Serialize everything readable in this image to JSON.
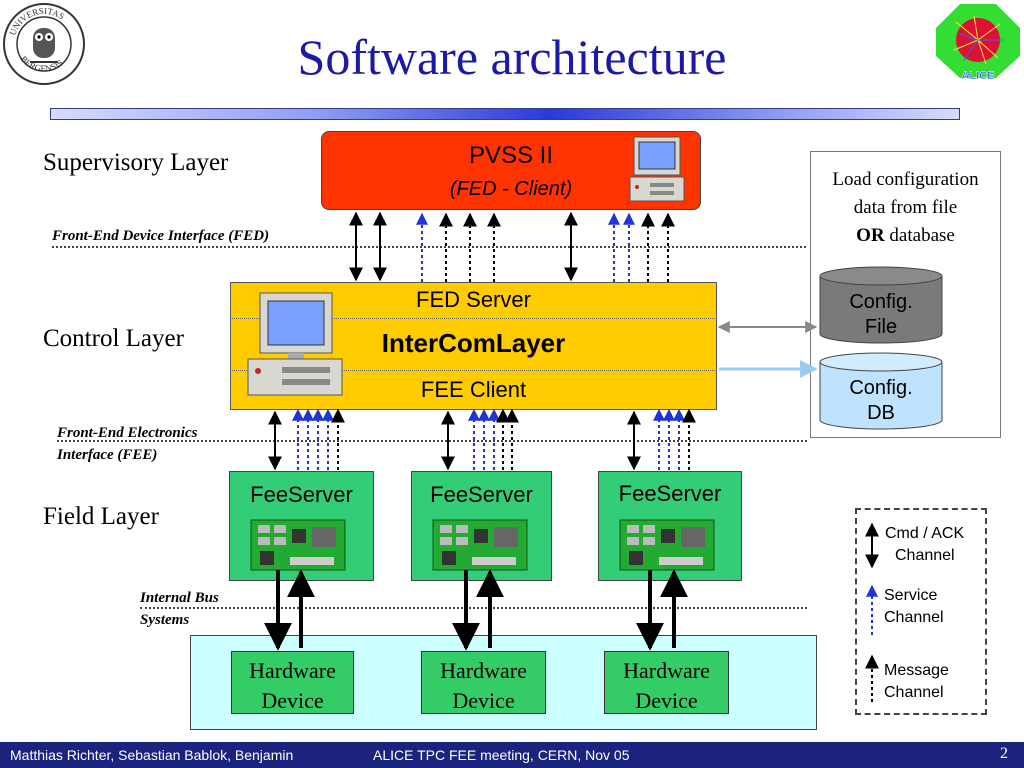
{
  "title": "Software architecture",
  "layers": {
    "supervisory": "Supervisory Layer",
    "control": "Control Layer",
    "field": "Field Layer"
  },
  "interfaces": {
    "fed": "Front-End Device Interface (FED)",
    "fee_line1": "Front-End Electronics",
    "fee_line2": "Interface (FEE)",
    "bus_line1": "Internal Bus",
    "bus_line2": "Systems"
  },
  "pvss": {
    "title": "PVSS II",
    "subtitle": "(FED - Client)"
  },
  "control": {
    "fed_server": "FED Server",
    "intercom": "InterComLayer",
    "fee_client": "FEE Client"
  },
  "config": {
    "line1": "Load configuration",
    "line2": "data from file",
    "or": "OR",
    "line3_rest": " database",
    "file_line1": "Config.",
    "file_line2": "File",
    "db_line1": "Config.",
    "db_line2": "DB"
  },
  "feeservers": [
    "FeeServer",
    "FeeServer",
    "FeeServer"
  ],
  "hardware": [
    {
      "line1": "Hardware",
      "line2": "Device"
    },
    {
      "line1": "Hardware",
      "line2": "Device"
    },
    {
      "line1": "Hardware",
      "line2": "Device"
    }
  ],
  "legend": {
    "cmd_line1": "Cmd / ACK",
    "cmd_line2": "Channel",
    "service_line1": "Service",
    "service_line2": "Channel",
    "message_line1": "Message",
    "message_line2": "Channel"
  },
  "logos": {
    "left_seal": "UNIVERSITAS BERGENSIS",
    "right_logo": "ALICE"
  },
  "footer": {
    "authors": "Matthias Richter, Sebastian Bablok, Benjamin",
    "meeting": "ALICE TPC FEE meeting, CERN, Nov 05",
    "page": "2"
  },
  "colors": {
    "title": "#1a1aa6",
    "pvss": "#ff3300",
    "control": "#ffcc00",
    "feeserver": "#33cc77",
    "hardware_panel": "#ccffff",
    "config_file": "#7a7a7a",
    "config_db": "#bfe3ff",
    "service_arrow": "#1f33d6",
    "footer": "#1a237e"
  }
}
